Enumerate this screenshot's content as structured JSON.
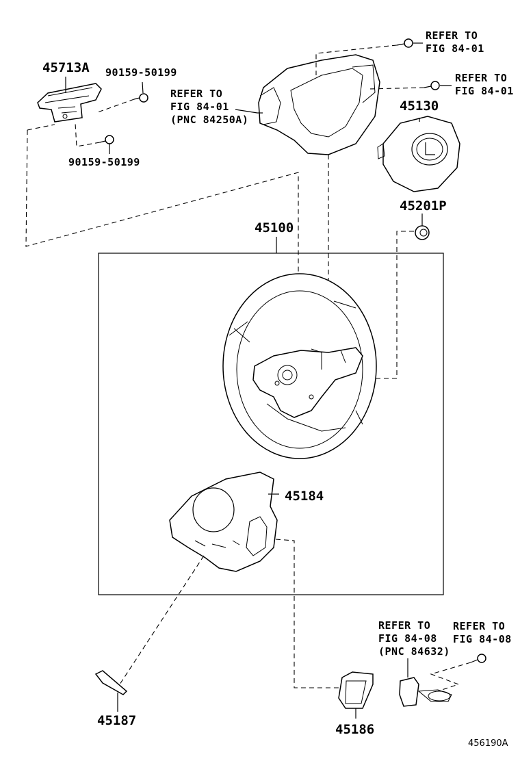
{
  "labels": {
    "p45713A": "45713A",
    "p90159_top": "90159-50199",
    "p90159_bottom": "90159-50199",
    "p45130": "45130",
    "p45201P": "45201P",
    "p45100": "45100",
    "p45184": "45184",
    "p45187": "45187",
    "p45186": "45186",
    "diagram_code": "456190A"
  },
  "refs": {
    "top_right_1": [
      "REFER TO",
      "FIG 84-01"
    ],
    "top_right_2": [
      "REFER TO",
      "FIG 84-01"
    ],
    "switch_left": [
      "REFER TO",
      "FIG 84-01",
      "(PNC 84250A)"
    ],
    "bottom_1": [
      "REFER TO",
      "FIG 84-08",
      "(PNC 84632)"
    ],
    "bottom_2": [
      "REFER TO",
      "FIG 84-08"
    ]
  }
}
